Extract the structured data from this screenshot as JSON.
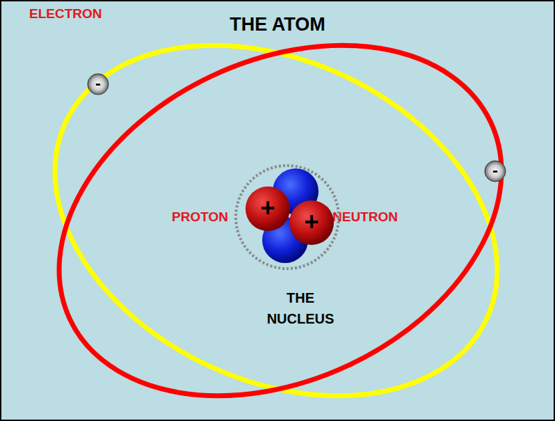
{
  "diagram": {
    "title": "THE ATOM",
    "nodes": [
      {
        "text": [
          "-"
        ]
      },
      {
        "text": [
          "-"
        ]
      },
      {
        "text": [
          "THE NUCLEUS"
        ]
      },
      {
        "text": [
          "+"
        ],
        "in": 2
      },
      {
        "text": [
          "+"
        ],
        "in": 2
      }
    ],
    "edges": [],
    "labels": [
      "ELECTRON",
      "PROTON",
      "NEUTRON"
    ]
  }
}
